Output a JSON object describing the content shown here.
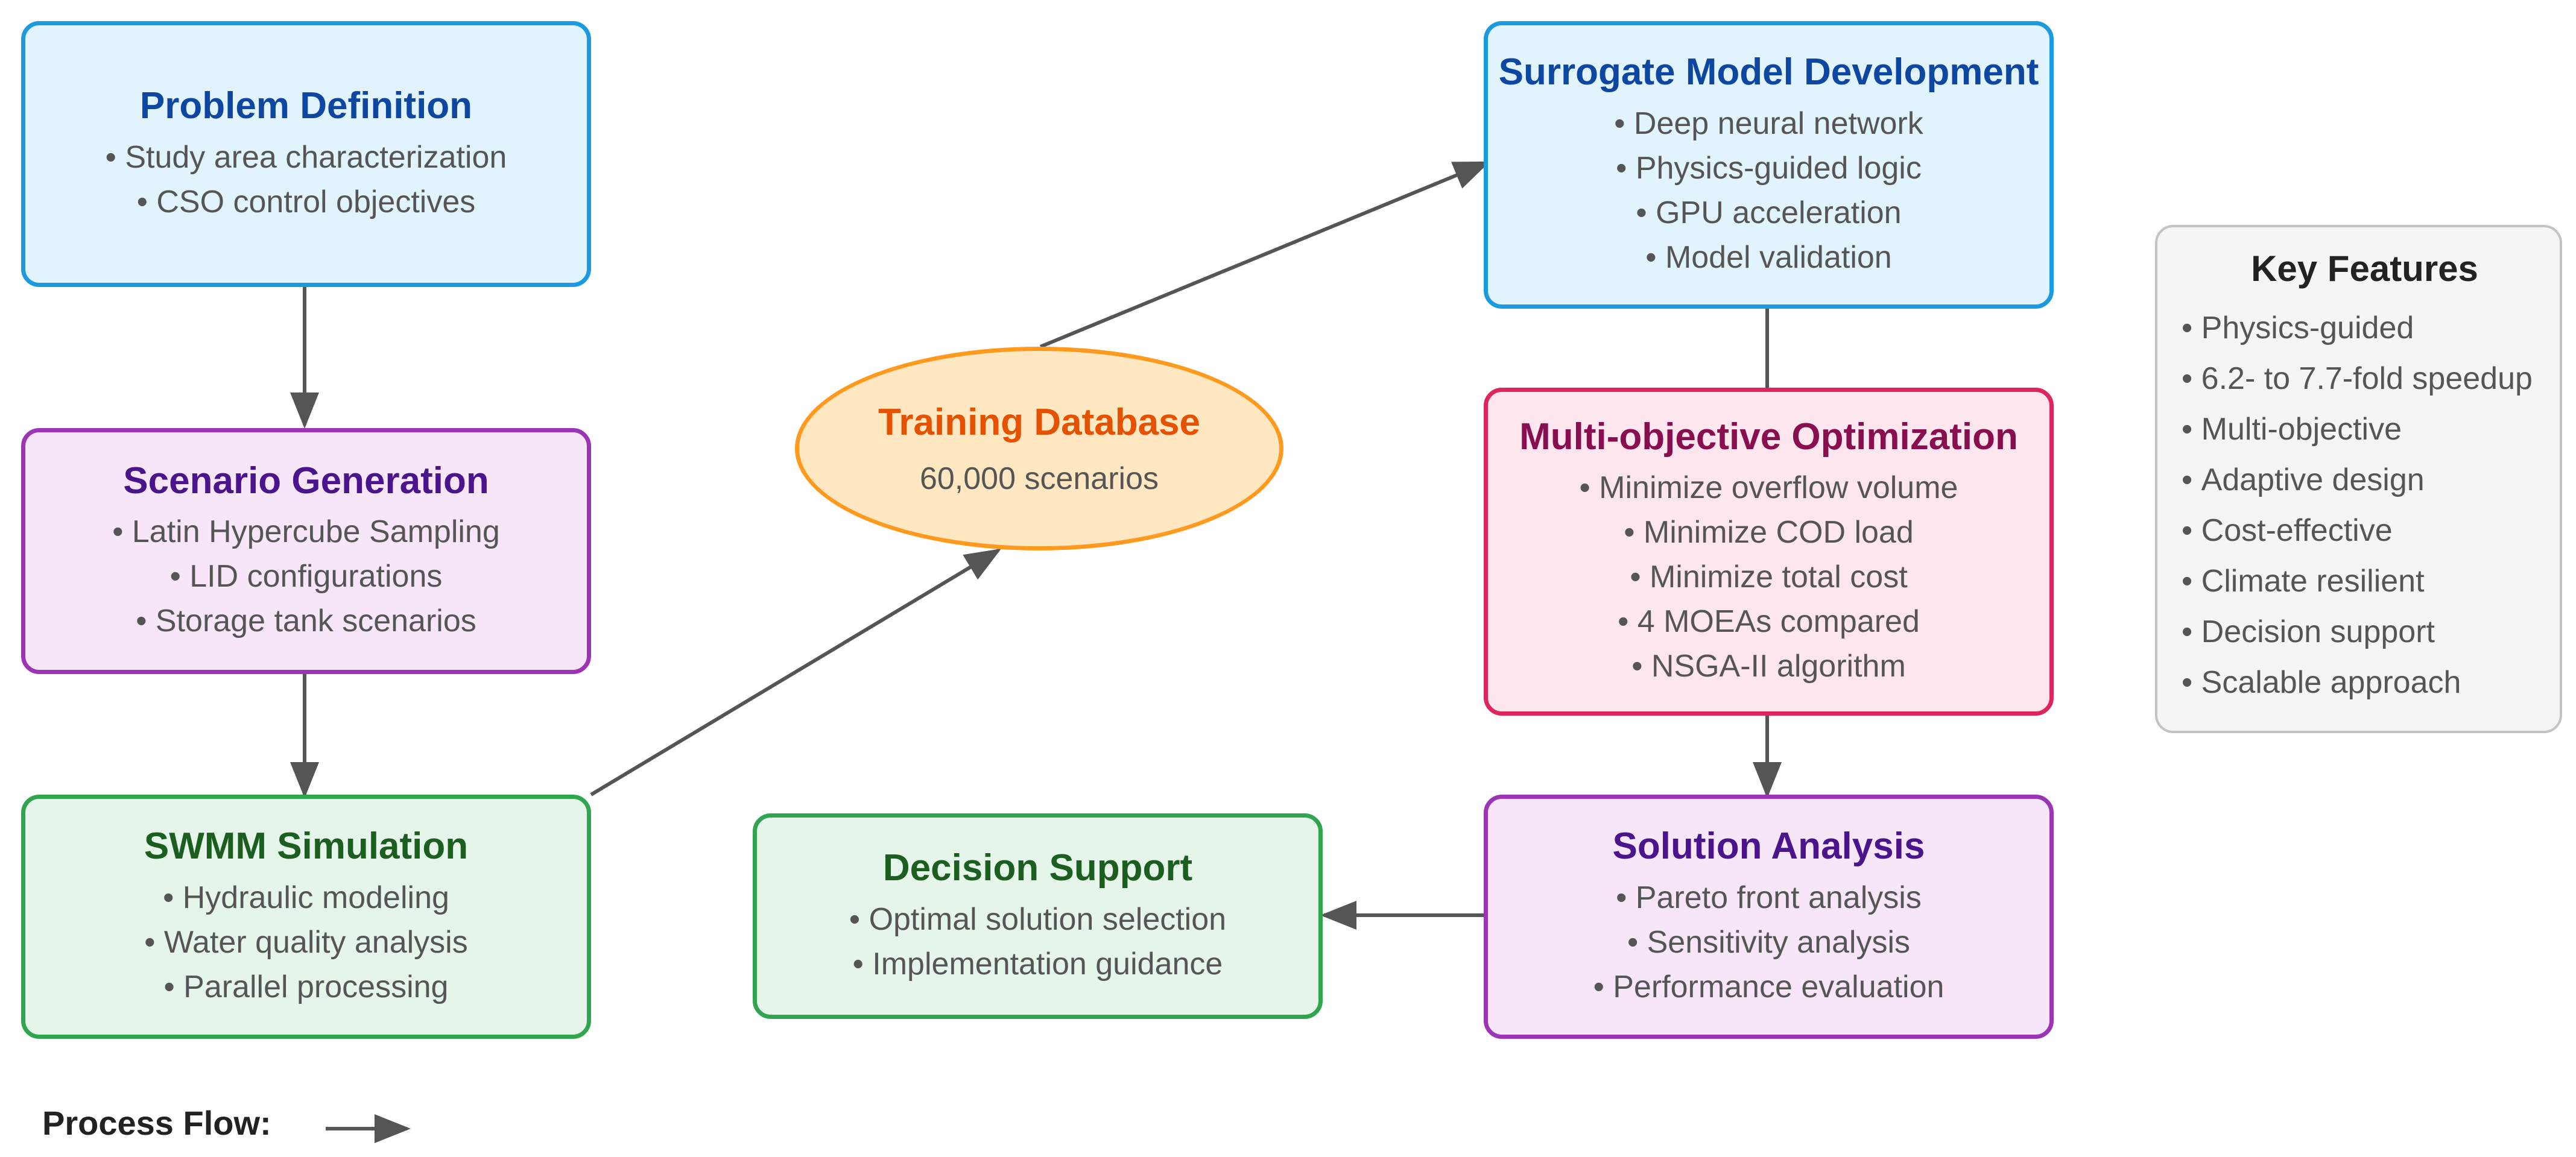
{
  "problem_definition": {
    "title": "Problem Definition",
    "items": [
      "Study area characterization",
      "CSO control objectives"
    ]
  },
  "scenario_generation": {
    "title": "Scenario Generation",
    "items": [
      "Latin Hypercube Sampling",
      "LID configurations",
      "Storage tank scenarios"
    ]
  },
  "swmm_simulation": {
    "title": "SWMM Simulation",
    "items": [
      "Hydraulic modeling",
      "Water quality analysis",
      "Parallel processing"
    ]
  },
  "training_database": {
    "title": "Training Database",
    "subtitle": "60,000 scenarios"
  },
  "surrogate_model": {
    "title": "Surrogate Model Development",
    "items": [
      "Deep neural network",
      "Physics-guided logic",
      "GPU acceleration",
      "Model validation"
    ]
  },
  "multi_objective": {
    "title": "Multi-objective Optimization",
    "items": [
      "Minimize overflow volume",
      "Minimize COD load",
      "Minimize total cost",
      "4 MOEAs compared",
      "NSGA-II algorithm"
    ]
  },
  "solution_analysis": {
    "title": "Solution Analysis",
    "items": [
      "Pareto front analysis",
      "Sensitivity analysis",
      "Performance evaluation"
    ]
  },
  "decision_support": {
    "title": "Decision Support",
    "items": [
      "Optimal solution selection",
      "Implementation guidance"
    ]
  },
  "key_features": {
    "title": "Key Features",
    "items": [
      "Physics-guided",
      "6.2- to 7.7-fold speedup",
      "Multi-objective",
      "Adaptive design",
      "Cost-effective",
      "Climate resilient",
      "Decision support",
      "Scalable approach"
    ]
  },
  "legend": {
    "label": "Process Flow:"
  },
  "colors": {
    "arrow": "#555555",
    "blue_border": "#1b9ae0",
    "purple_border": "#9c35b5",
    "green_border": "#2fa64d",
    "red_border": "#e0245e",
    "orange_border": "#ff9a1f"
  }
}
